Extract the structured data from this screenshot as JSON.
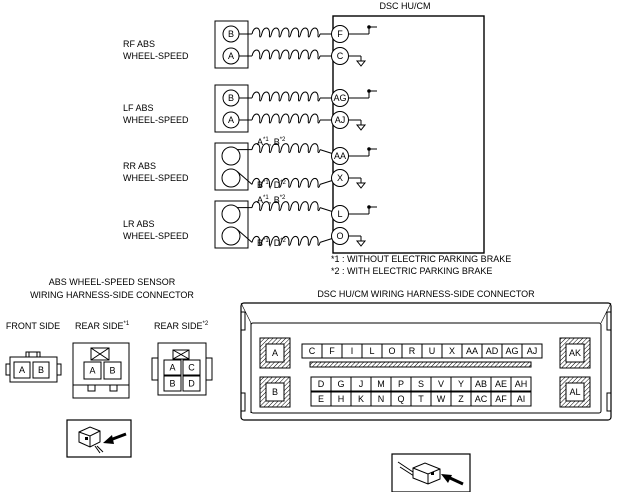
{
  "diagram": {
    "module_title": "DSC HU/CM",
    "sensors": [
      {
        "name_line1": "RF ABS",
        "name_line2": "WHEEL-SPEED",
        "sensor_pins": [
          "B",
          "A"
        ],
        "module_pins": [
          "F",
          "C"
        ]
      },
      {
        "name_line1": "LF ABS",
        "name_line2": "WHEEL-SPEED",
        "sensor_pins": [
          "B",
          "A"
        ],
        "module_pins": [
          "AG",
          "AJ"
        ]
      },
      {
        "name_line1": "RR ABS",
        "name_line2": "WHEEL-SPEED",
        "sensor_pins": [
          "A",
          "B"
        ],
        "sensor_pins_alt": [
          "B",
          "D"
        ],
        "module_pins": [
          "AA",
          "X"
        ]
      },
      {
        "name_line1": "LR ABS",
        "name_line2": "WHEEL-SPEED",
        "sensor_pins": [
          "A",
          "B"
        ],
        "sensor_pins_alt": [
          "B",
          "D"
        ],
        "module_pins": [
          "L",
          "O"
        ]
      }
    ],
    "notes": [
      "*1 : WITHOUT ELECTRIC PARKING BRAKE",
      "*2 : WITH ELECTRIC PARKING BRAKE"
    ],
    "sup1": "*1",
    "sup2": "*2"
  },
  "sensor_connector": {
    "title_line1": "ABS WHEEL-SPEED SENSOR",
    "title_line2": "WIRING HARNESS-SIDE CONNECTOR",
    "front_label": "FRONT SIDE",
    "rear1_label": "REAR SIDE",
    "rear2_label": "REAR SIDE",
    "front_pins": [
      "A",
      "B"
    ],
    "rear1_pins": [
      "A",
      "B"
    ],
    "rear2_pins": [
      "A",
      "C",
      "B",
      "D"
    ]
  },
  "module_connector": {
    "title": "DSC HU/CM WIRING HARNESS-SIDE CONNECTOR",
    "side_pins": [
      "A",
      "B",
      "AK",
      "AL"
    ],
    "top_row": [
      "C",
      "F",
      "I",
      "L",
      "O",
      "R",
      "U",
      "X",
      "AA",
      "AD",
      "AG",
      "AJ"
    ],
    "row2": [
      "D",
      "G",
      "J",
      "M",
      "P",
      "S",
      "V",
      "Y",
      "AB",
      "AE",
      "AH"
    ],
    "row3": [
      "E",
      "H",
      "K",
      "N",
      "Q",
      "T",
      "W",
      "Z",
      "AC",
      "AF",
      "AI"
    ]
  }
}
